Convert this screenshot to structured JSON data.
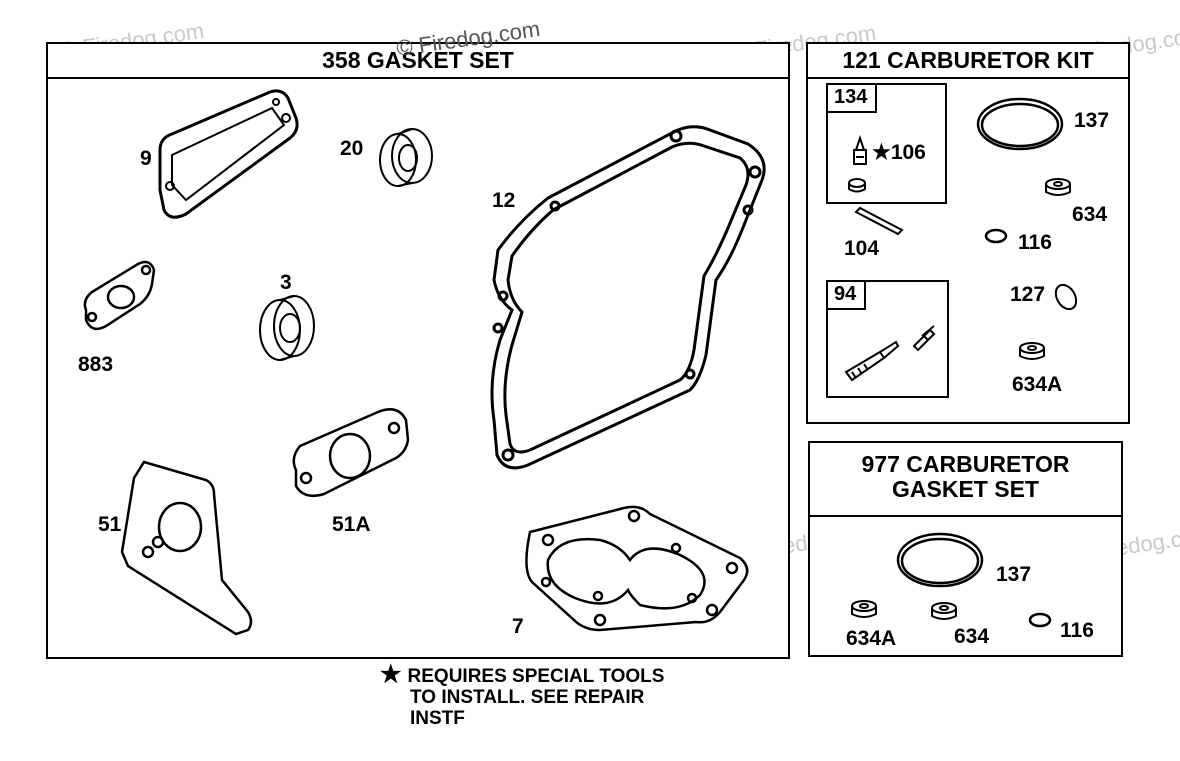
{
  "watermark": "© Firedog.com",
  "header_watermark": "© Firedog.com",
  "panels": {
    "gasket_set": {
      "title": "358  GASKET SET"
    },
    "carb_kit": {
      "title": "121 CARBURETOR KIT"
    },
    "carb_gasket": {
      "title_line1": "977 CARBURETOR",
      "title_line2": "GASKET SET"
    }
  },
  "labels": {
    "p9": "9",
    "p20": "20",
    "p12": "12",
    "p3": "3",
    "p883": "883",
    "p51": "51",
    "p51a": "51A",
    "p7": "7",
    "box134": "134",
    "p106": "★106",
    "p104": "104",
    "p137": "137",
    "p634": "634",
    "p116": "116",
    "box94": "94",
    "p127": "127",
    "p634a": "634A",
    "g137": "137",
    "g634a": "634A",
    "g634": "634",
    "g116": "116"
  },
  "note": {
    "star": "★",
    "line1": "REQUIRES SPECIAL TOOLS",
    "line2": "TO INSTALL.  SEE REPAIR",
    "line3": "INSTF"
  }
}
